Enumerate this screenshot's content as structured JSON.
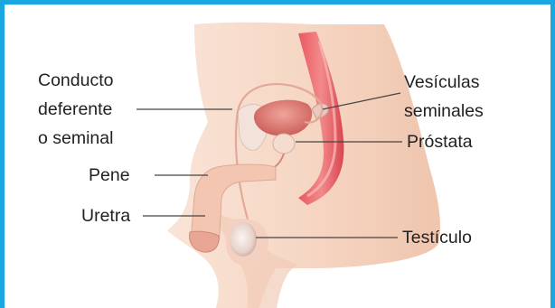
{
  "colors": {
    "frame": "#1aa7e0",
    "skin": "#f6d8c6",
    "tissue": "#e8847a",
    "line": "#444444",
    "text": "#222222"
  },
  "labels": {
    "vas_deferens": [
      "Conducto",
      "deferente",
      "o seminal"
    ],
    "penis": "Pene",
    "urethra": "Uretra",
    "seminal_vesicles": [
      "Vesículas",
      "seminales"
    ],
    "prostate": "Próstata",
    "testicle": "Testículo"
  }
}
